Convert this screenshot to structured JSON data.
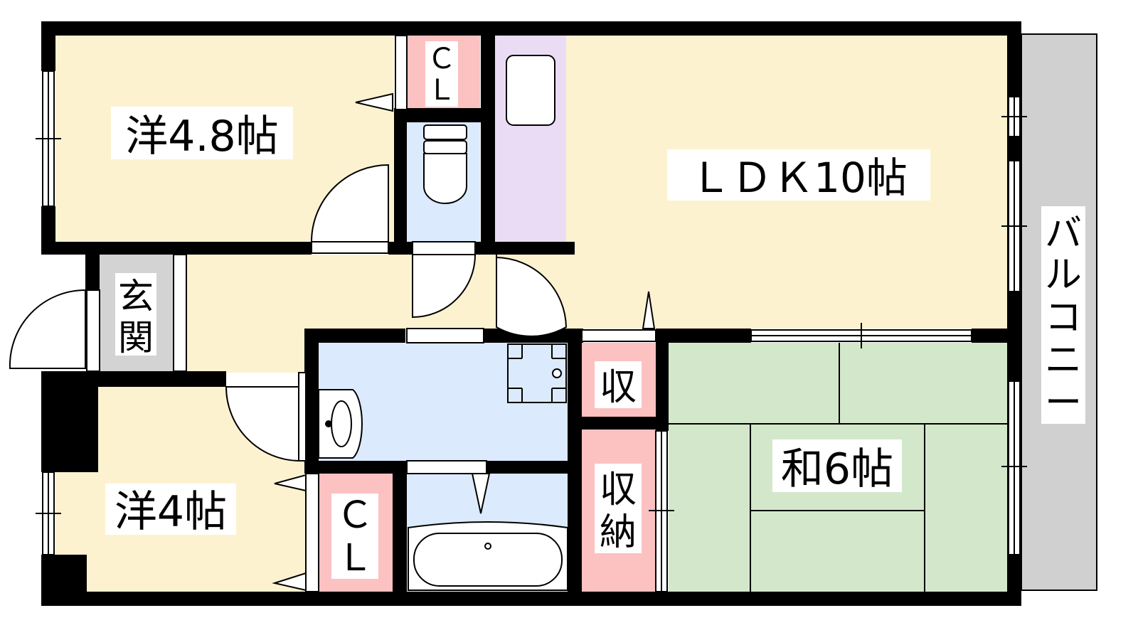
{
  "rooms": {
    "western_a": "洋4.8帖",
    "western_b": "洋4帖",
    "ldk": "ＬＤＫ10帖",
    "japanese": "和6帖",
    "entrance_line1": "玄",
    "entrance_line2": "関",
    "closet_a_line1": "Ｃ",
    "closet_a_line2": "Ｌ",
    "closet_b_line1": "Ｃ",
    "closet_b_line2": "Ｌ",
    "storage_small": "収",
    "storage_line1": "収",
    "storage_line2": "納",
    "balcony_chars": [
      "バ",
      "ル",
      "コ",
      "ニ",
      "ー"
    ]
  },
  "colors": {
    "western": "#fdf2d0",
    "closet": "#fcc1c1",
    "wet": "#dbeafc",
    "kitchen": "#eadcf4",
    "japanese": "#d3e8cb",
    "entrance": "#d3d3d3",
    "balcony": "#d0d0d0",
    "wall": "#000000"
  }
}
